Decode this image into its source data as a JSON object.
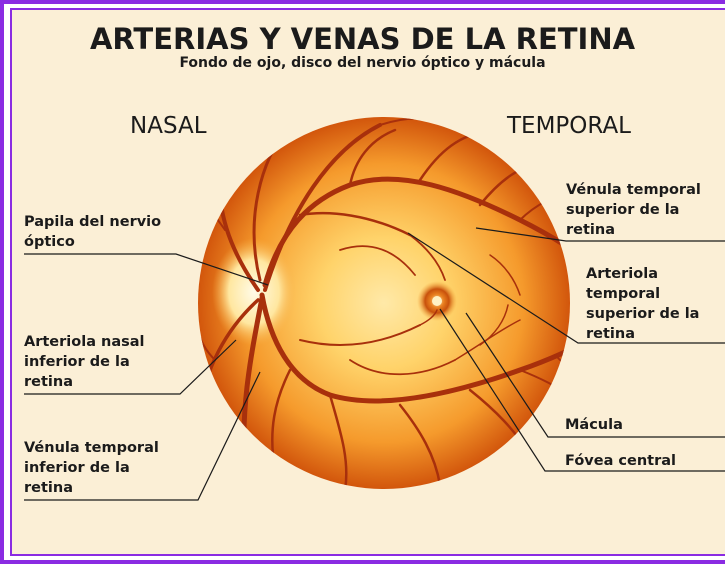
{
  "title": "ARTERIAS Y VENAS DE LA RETINA",
  "subtitle": "Fondo de ojo, disco del nervio óptico y mácula",
  "directions": {
    "nasal": "NASAL",
    "temporal": "TEMPORAL"
  },
  "labels": {
    "papila": "Papila del nervio\nóptico",
    "arteriola_nasal": "Arteriola nasal\ninferior de la\nretina",
    "venula_temporal_inferior": "Vénula temporal\ninferior de la\nretina",
    "venula_temporal_superior": "Vénula temporal\nsuperior de la\nretina",
    "arteriola_temporal_superior": "Arteriola\ntemporal\nsuperior de la\nretina",
    "macula": "Mácula",
    "fovea": "Fóvea central"
  },
  "colors": {
    "frame": "#8a2be2",
    "background": "#fbefd6",
    "fundus_center": "#ffd978",
    "fundus_edge": "#d95e10",
    "vessel": "#a8300c"
  }
}
